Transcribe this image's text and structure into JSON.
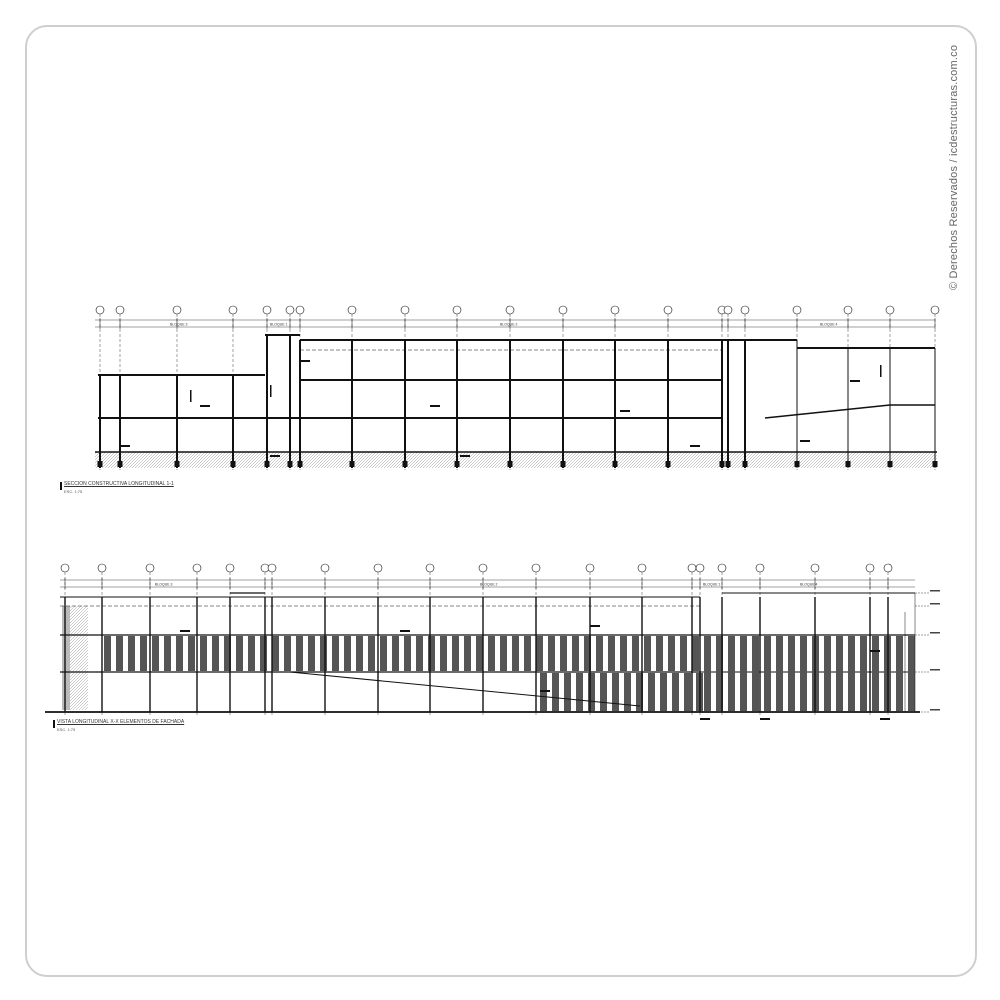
{
  "watermark": "© Derechos Reservados / icdestructuras.com.co",
  "drawings": [
    {
      "title": "SECCION CONSTRUCTIVA LONGITUDINAL 1-1",
      "scale": "ESC. 1:75",
      "blocks": [
        "BLOQUE 3",
        "BLOQUE 1",
        "BLOQUE 2",
        "BLOQUE 4"
      ]
    },
    {
      "title": "VISTA LONGITUDINAL X-X ELEMENTOS DE FACHADA",
      "scale": "ESC. 1:75",
      "blocks": [
        "BLOQUE 3",
        "BLOQUE 2",
        "BLOQUE 1",
        "BLOQUE 4"
      ]
    }
  ],
  "colors": {
    "line": "#111111",
    "panel": "#555555",
    "border": "#cfcfcf",
    "hatch": "#9a9a9a"
  }
}
